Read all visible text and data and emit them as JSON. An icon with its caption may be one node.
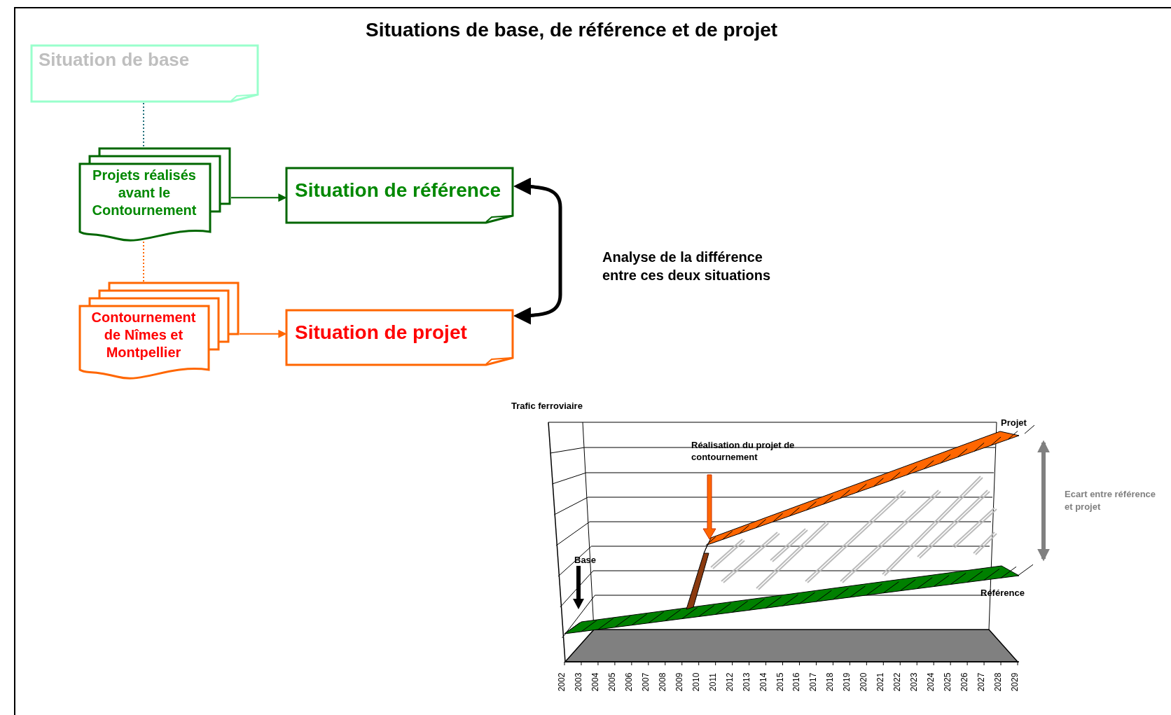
{
  "diagram": {
    "title": "Situations de base, de référence et de projet",
    "nodes": [
      {
        "text": [
          "Situation de base"
        ]
      },
      {
        "text": [
          "Projets réalisés avant le Contournement"
        ]
      },
      {
        "text": [
          "Situation de référence"
        ]
      },
      {
        "text": [
          "Contournement de Nîmes et Montpellier"
        ]
      },
      {
        "text": [
          "Situation de projet"
        ]
      }
    ],
    "edges": [
      {
        "from": 0,
        "to": 1,
        "arrow": "none",
        "style": "dashed",
        "color": "#1f6f7a"
      },
      {
        "from": 1,
        "to": 3,
        "arrow": "none",
        "style": "dashed",
        "color": "#ff6600"
      },
      {
        "from": 1,
        "to": 2,
        "arrow": "to",
        "color": "#006600"
      },
      {
        "from": 3,
        "to": 4,
        "arrow": "to",
        "color": "#ff6600"
      },
      {
        "from": 2,
        "to": 4,
        "arrow": "both",
        "style": "thick",
        "color": "#000000",
        "label": "Analyse de la différence entre ces deux situations"
      }
    ],
    "labels": [
      "Trafic ferroviaire",
      "Projet",
      "Réalisation du projet de contournement",
      "Base",
      "Référence",
      "Ecart entre référence et projet",
      "2002",
      "2003",
      "2004",
      "2005",
      "2006",
      "2007",
      "2008",
      "2009",
      "2010",
      "2011",
      "2012",
      "2013",
      "2014",
      "2015",
      "2016",
      "2017",
      "2018",
      "2019",
      "2020",
      "2021",
      "2022",
      "2023",
      "2024",
      "2025",
      "2026",
      "2027",
      "2028",
      "2029"
    ]
  }
}
